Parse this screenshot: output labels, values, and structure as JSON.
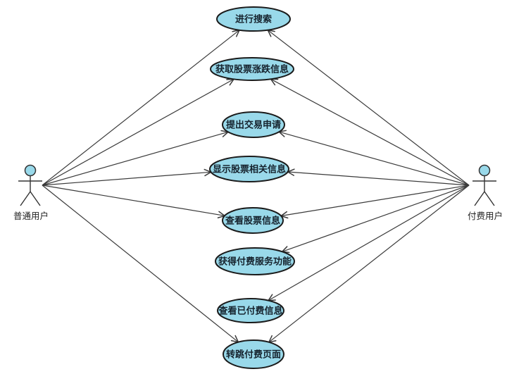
{
  "diagram": {
    "type": "uml-use-case",
    "background": "#ffffff",
    "colors": {
      "node_fill": "#99D9EA",
      "node_stroke": "#1b1b1b",
      "connector": "#3a3a3a",
      "text": "#16232e"
    },
    "actors": [
      {
        "id": "normal-user",
        "label": "普通用户"
      },
      {
        "id": "paid-user",
        "label": "付费用户"
      }
    ],
    "use_cases": [
      {
        "id": "search",
        "label": "进行搜索"
      },
      {
        "id": "stock-updown",
        "label": "获取股票涨跌信息"
      },
      {
        "id": "trade-apply",
        "label": "提出交易申请"
      },
      {
        "id": "display-stock",
        "label": "显示股票相关信息"
      },
      {
        "id": "view-stock",
        "label": "查看股票信息"
      },
      {
        "id": "paid-service",
        "label": "获得付费服务功能"
      },
      {
        "id": "view-paid",
        "label": "查看已付费信息"
      },
      {
        "id": "jump-pay",
        "label": "转跳付费页面"
      }
    ],
    "edges": [
      {
        "from": "normal-user",
        "to": "search"
      },
      {
        "from": "normal-user",
        "to": "stock-updown"
      },
      {
        "from": "normal-user",
        "to": "trade-apply"
      },
      {
        "from": "normal-user",
        "to": "display-stock"
      },
      {
        "from": "normal-user",
        "to": "view-stock"
      },
      {
        "from": "normal-user",
        "to": "jump-pay"
      },
      {
        "from": "paid-user",
        "to": "search"
      },
      {
        "from": "paid-user",
        "to": "stock-updown"
      },
      {
        "from": "paid-user",
        "to": "trade-apply"
      },
      {
        "from": "paid-user",
        "to": "display-stock"
      },
      {
        "from": "paid-user",
        "to": "view-stock"
      },
      {
        "from": "paid-user",
        "to": "paid-service"
      },
      {
        "from": "paid-user",
        "to": "view-paid"
      },
      {
        "from": "paid-user",
        "to": "jump-pay"
      }
    ]
  }
}
